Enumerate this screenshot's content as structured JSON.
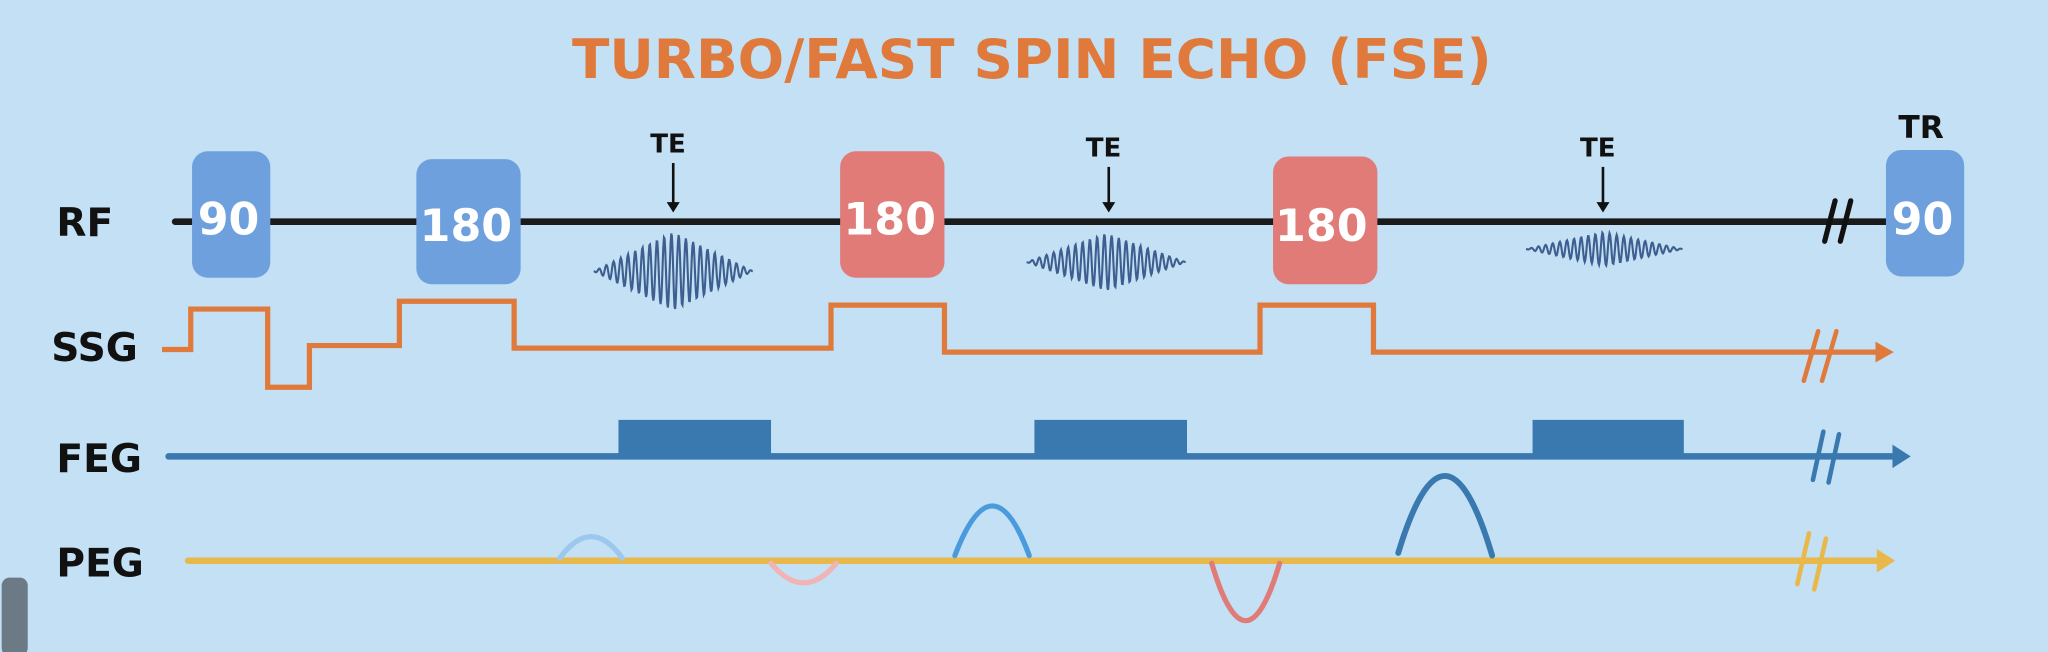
{
  "title": "TURBO/FAST SPIN ECHO (FSE)",
  "rows": {
    "rf": "RF",
    "ssg": "SSG",
    "feg": "FEG",
    "peg": "PEG"
  },
  "pulses": [
    "90",
    "180",
    "180",
    "180",
    "90"
  ],
  "te_labels": [
    "TE",
    "TE",
    "TE"
  ],
  "tr_label": "TR",
  "colors": {
    "background": "#C3E0F4",
    "title": "#E07A3C",
    "pulse_blue": "#6FA0DE",
    "pulse_red": "#E07B78",
    "ssg": "#E07A3C",
    "feg": "#3A78B0",
    "peg": "#E8B84A"
  }
}
